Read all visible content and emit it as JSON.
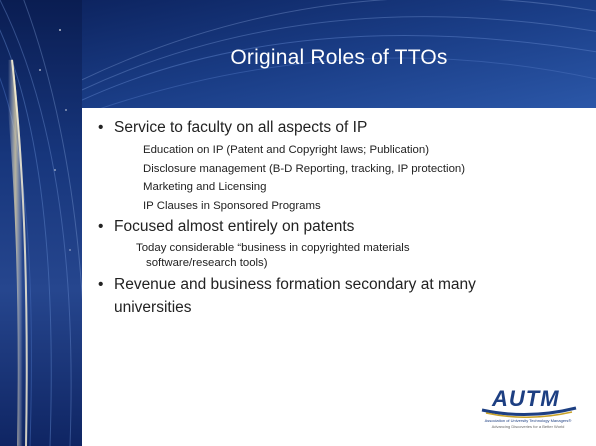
{
  "slide": {
    "title": "Original Roles of TTOs",
    "bullets": [
      {
        "text": "Service to faculty on all aspects of IP",
        "subs": [
          "Education on IP (Patent and Copyright laws; Publication)",
          "Disclosure management (B-D Reporting, tracking, IP protection)",
          "Marketing and Licensing",
          "IP Clauses in Sponsored Programs"
        ]
      },
      {
        "text": "Focused almost entirely on patents",
        "subs": [
          "Today considerable “business in copyrighted materials",
          "software/research tools)"
        ]
      },
      {
        "text": "Revenue and business formation secondary at many",
        "text2": "universities"
      }
    ],
    "bullet_glyph": "•"
  },
  "logo": {
    "wordmark": "AUTM",
    "tagline": "Association of University Technology Managers®",
    "motto": "Advancing Discoveries for a Better World"
  },
  "colors": {
    "title_bar": "#1a3d86",
    "title_text": "#ffffff",
    "body_text": "#222222",
    "logo_blue": "#1d3f82"
  }
}
